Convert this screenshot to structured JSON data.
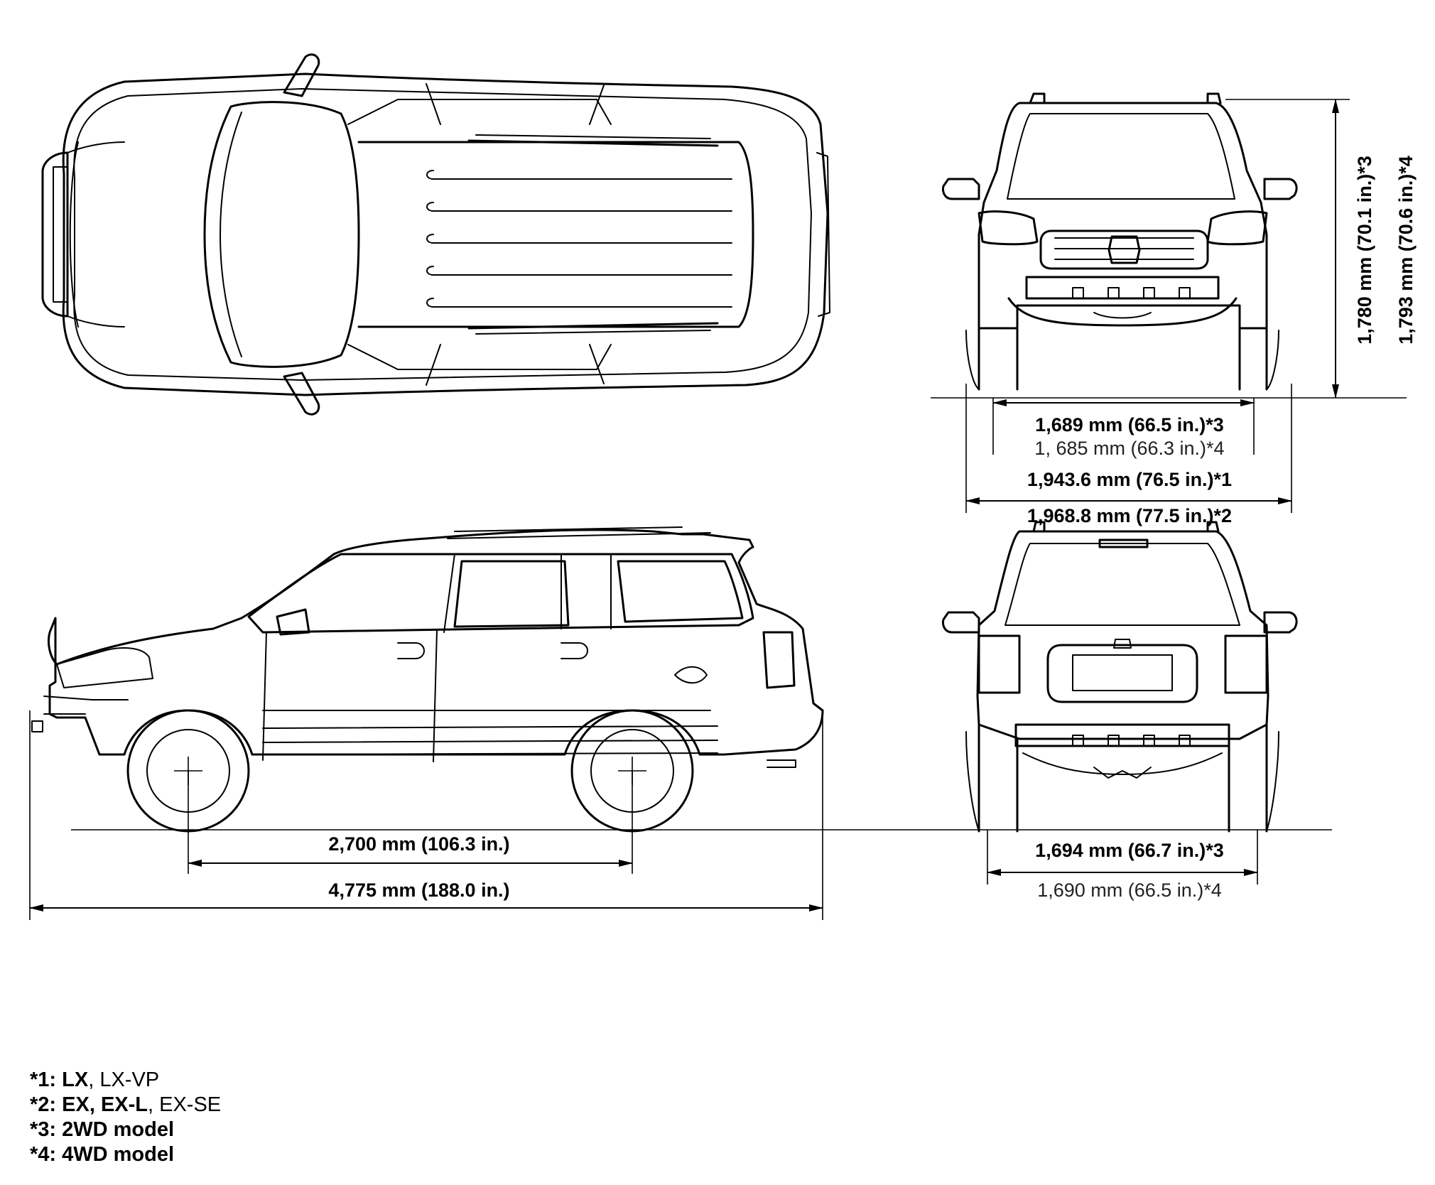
{
  "dimensions": {
    "height_2wd": "1,780 mm (70.1 in.)*3",
    "height_4wd": "1,793 mm (70.6 in.)*4",
    "front_track_2wd": "1,689 mm (66.5 in.)*3",
    "front_track_4wd": "1, 685 mm (66.3 in.)*4",
    "width_lx": "1,943.6 mm (76.5 in.)*1",
    "width_ex": "1,968.8 mm (77.5 in.)*2",
    "wheelbase": "2,700 mm (106.3 in.)",
    "overall_length": "4,775 mm (188.0 in.)",
    "rear_track_2wd": "1,694 mm (66.7 in.)*3",
    "rear_track_4wd": "1,690 mm (66.5 in.)*4"
  },
  "footnotes": [
    {
      "key": "*1:",
      "bold": "LX",
      "plain": ", LX-VP"
    },
    {
      "key": "*2:",
      "bold": "EX, EX-L",
      "plain": ", EX-SE"
    },
    {
      "key": "*3:",
      "bold": "2WD model",
      "plain": ""
    },
    {
      "key": "*4:",
      "bold": "4WD model",
      "plain": ""
    }
  ]
}
